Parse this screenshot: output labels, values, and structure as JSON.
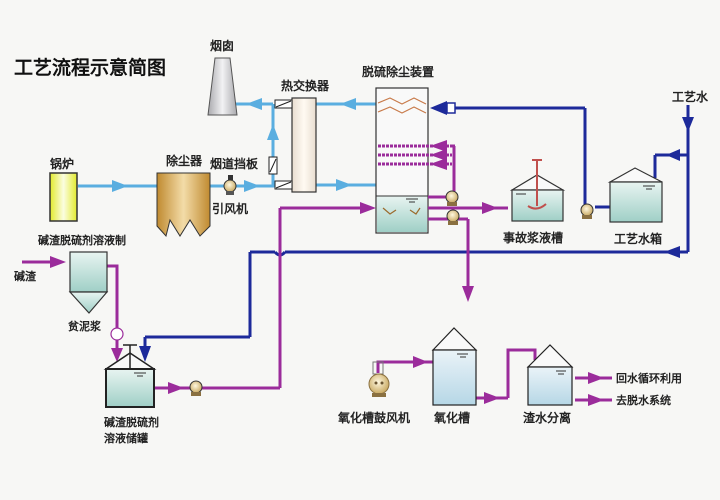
{
  "title": "工艺流程示意简图",
  "equipment": {
    "chimney": "烟囱",
    "heat_exchanger": "热交换器",
    "desulfurizer": "脱硫除尘装置",
    "process_water": "工艺水",
    "boiler": "锅炉",
    "dust_collector": "除尘器",
    "flue_damper": "烟道挡板",
    "induced_fan": "引风机",
    "emergency_tank": "事故浆液槽",
    "process_water_tank": "工艺水箱",
    "prep_header": "碱渣脱硫剂溶液制",
    "alkali_slag": "碱渣",
    "lean_slurry": "贫泥浆",
    "storage_tank_line1": "碱渣脱硫剂",
    "storage_tank_line2": "溶液储罐",
    "oxidation_blower": "氧化槽鼓风机",
    "oxidation_tank": "氧化槽",
    "separator": "渣水分离",
    "output_recycle": "回水循环利用",
    "output_dewater": "去脱水系统"
  },
  "colors": {
    "flue_gas": "#5aaee0",
    "water": "#1d2a9a",
    "slurry": "#9b2c9b",
    "liquid": "#cfe8e4",
    "boiler_fill": "#e6ee40",
    "dust_fill": "#c99a3e",
    "pump": "#d8bf7a"
  }
}
